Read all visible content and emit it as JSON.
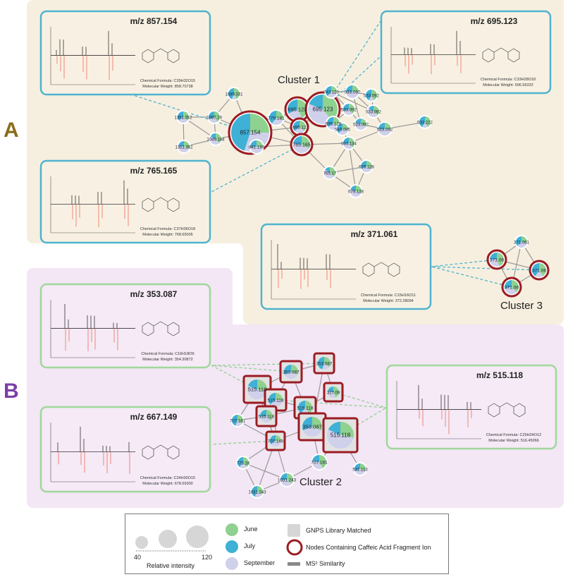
{
  "panels": {
    "A": "A",
    "B": "B"
  },
  "colors": {
    "june": "#8fd18f",
    "july": "#3fb0d6",
    "september": "#cfd0ea",
    "ring": "#9b1b22",
    "panelA": "#f6efdf",
    "panelB": "#f3e6f5",
    "boxA": "#4fb3cf",
    "boxB": "#9fd89a",
    "spectrumTop": "#333333",
    "spectrumBottom": "#f07a6a"
  },
  "clusters": [
    "Cluster 1",
    "Cluster 2",
    "Cluster 3"
  ],
  "spectra": [
    {
      "mz": "m/z 857.154",
      "formula": "Chemical Formula: C39H32O15",
      "mw": "Molecular Weight: 858.70738"
    },
    {
      "mz": "m/z 695.123",
      "formula": "Chemical Formula: C33H28O18",
      "mw": "Molecular Weight: 696.56322"
    },
    {
      "mz": "m/z 765.165",
      "formula": "Chemical Formula: C37H36O18",
      "mw": "Molecular Weight: 768.65005"
    },
    {
      "mz": "m/z 371.061",
      "formula": "Chemical Formula: C15H16O11",
      "mw": "Molecular Weight: 372.28094"
    },
    {
      "mz": "m/z 353.087",
      "formula": "Chemical Formula: C16H18O9",
      "mw": "Molecular Weight: 354.30872"
    },
    {
      "mz": "m/z 515.118",
      "formula": "Chemical Formula: C25H24O12",
      "mw": "Molecular Weight: 516.45066"
    },
    {
      "mz": "m/z 667.149",
      "formula": "Chemical Formula: C34H30O15",
      "mw": "Molecular Weight: 678.59300"
    }
  ],
  "nodes": [
    {
      "label": "857.154",
      "ring": true
    },
    {
      "label": "695.123",
      "ring": true
    },
    {
      "label": "695.123",
      "ring": true
    },
    {
      "label": "695.12",
      "ring": true
    },
    {
      "label": "765.165",
      "ring": true
    },
    {
      "label": "779.181"
    },
    {
      "label": "841.169"
    },
    {
      "label": "1089.331"
    },
    {
      "label": "1087.19"
    },
    {
      "label": "1049.188"
    },
    {
      "label": "1351.352"
    },
    {
      "label": "1351.352"
    },
    {
      "label": "743.129"
    },
    {
      "label": "533.092"
    },
    {
      "label": "533.092"
    },
    {
      "label": "533.092"
    },
    {
      "label": "533.092"
    },
    {
      "label": "695.128"
    },
    {
      "label": "533.092"
    },
    {
      "label": "549.095"
    },
    {
      "label": "533.092"
    },
    {
      "label": "533.222"
    },
    {
      "label": "603.134"
    },
    {
      "label": "765.17"
    },
    {
      "label": "679.128"
    },
    {
      "label": "679.128"
    },
    {
      "label": "371.061"
    },
    {
      "label": "371.06",
      "ring": true
    },
    {
      "label": "371.06",
      "ring": true
    },
    {
      "label": "371.06",
      "ring": true
    },
    {
      "label": "353.087",
      "square": true
    },
    {
      "label": "353.087",
      "square": true
    },
    {
      "label": "515.118",
      "square": true
    },
    {
      "label": "515.118",
      "square": true
    },
    {
      "label": "327.09",
      "square": true
    },
    {
      "label": "515.118",
      "square": true
    },
    {
      "label": "515.118",
      "square": true
    },
    {
      "label": "707.181"
    },
    {
      "label": "353.087",
      "square": true
    },
    {
      "label": "515.118",
      "square": true
    },
    {
      "label": "707.149",
      "square": true
    },
    {
      "label": "707.181"
    },
    {
      "label": "773.18"
    },
    {
      "label": "1031.243"
    },
    {
      "label": "1031.243"
    },
    {
      "label": "531.113"
    }
  ],
  "legend": {
    "size_min": "40",
    "size_max": "120",
    "size_title": "Relative intensity",
    "june": "June",
    "july": "July",
    "september": "September",
    "gnps": "GNPS Library Matched",
    "caffeic": "Nodes Containing Caffeic Acid Fragment Ion",
    "similarity": "MS² Similarity"
  }
}
